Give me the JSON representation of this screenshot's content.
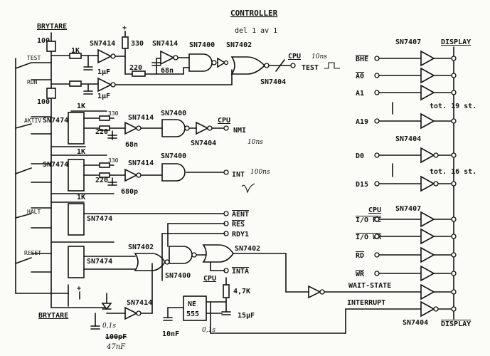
{
  "title": "CONTROLLER",
  "subtitle": "del 1 av 1",
  "switches": {
    "top": "BRYTARE",
    "bottom": "BRYTARE",
    "test": "TEST",
    "run": "RUN",
    "aktiv": "AKTIV",
    "halt": "HALT",
    "reset": "RESET"
  },
  "parts": {
    "sn7414": "SN7414",
    "sn7400": "SN7400",
    "sn7402": "SN7402",
    "sn7404": "SN7404",
    "sn7474": "SN7474",
    "sn7407": "SN7407",
    "ne555": "NE",
    "ne555b": "555"
  },
  "values": {
    "r100a": "100",
    "r100b": "100",
    "r1k": "1K",
    "r330": "330",
    "r220": "220",
    "c68n": "68n",
    "c1uf": "1µF",
    "c680p": "680p",
    "r47k": "4,7K",
    "c15uf": "15µF",
    "c10nf": "10nF",
    "t01s": "0,1s",
    "c100pf": "100pF",
    "c47nf": "47nF",
    "t10ns": "10ns",
    "t100ns": "100ns"
  },
  "cpu": {
    "label": "CPU",
    "test": "TEST",
    "nmi": "NMI",
    "int": "INT",
    "aent": "AENT",
    "res": "RES",
    "rdy1": "RDY1",
    "inta": "INTA"
  },
  "display": {
    "label": "DISPLAY",
    "addr": [
      "BHE",
      "A0",
      "A1",
      "A19"
    ],
    "addr_note": "tot. 19 st.",
    "data": [
      "D0",
      "D15"
    ],
    "data_note": "tot. 16 st.",
    "ctrl_cpu": "CPU",
    "ctrl": [
      "I/O RC",
      "I/O WR",
      "RD",
      "WR"
    ],
    "wait": "WAIT-STATE",
    "interrupt": "INTERRUPT"
  }
}
